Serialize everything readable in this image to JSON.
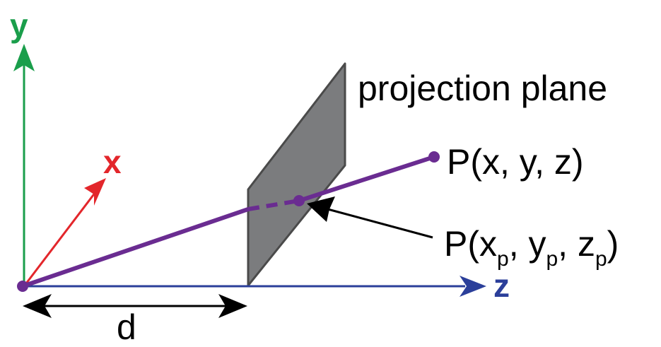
{
  "axes": {
    "y": {
      "label": "y",
      "color": "#1a9e4b"
    },
    "x": {
      "label": "x",
      "color": "#e3262b"
    },
    "z": {
      "label": "z",
      "color": "#2b3f9a"
    }
  },
  "plane": {
    "label": "projection plane",
    "color": "#7b7c7e",
    "edge_color": "#4a4a4a"
  },
  "point": {
    "label_prefix": "P(x, y, z)"
  },
  "projected_point": {
    "label_open": "P(x",
    "sub_x": "p",
    "sep_y": ", y",
    "sub_y": "p",
    "sep_z": ", z",
    "sub_z": "p",
    "label_close": ")"
  },
  "distance": {
    "label": "d"
  },
  "colors": {
    "ray": "#6a2c91",
    "arrow": "#000000"
  }
}
